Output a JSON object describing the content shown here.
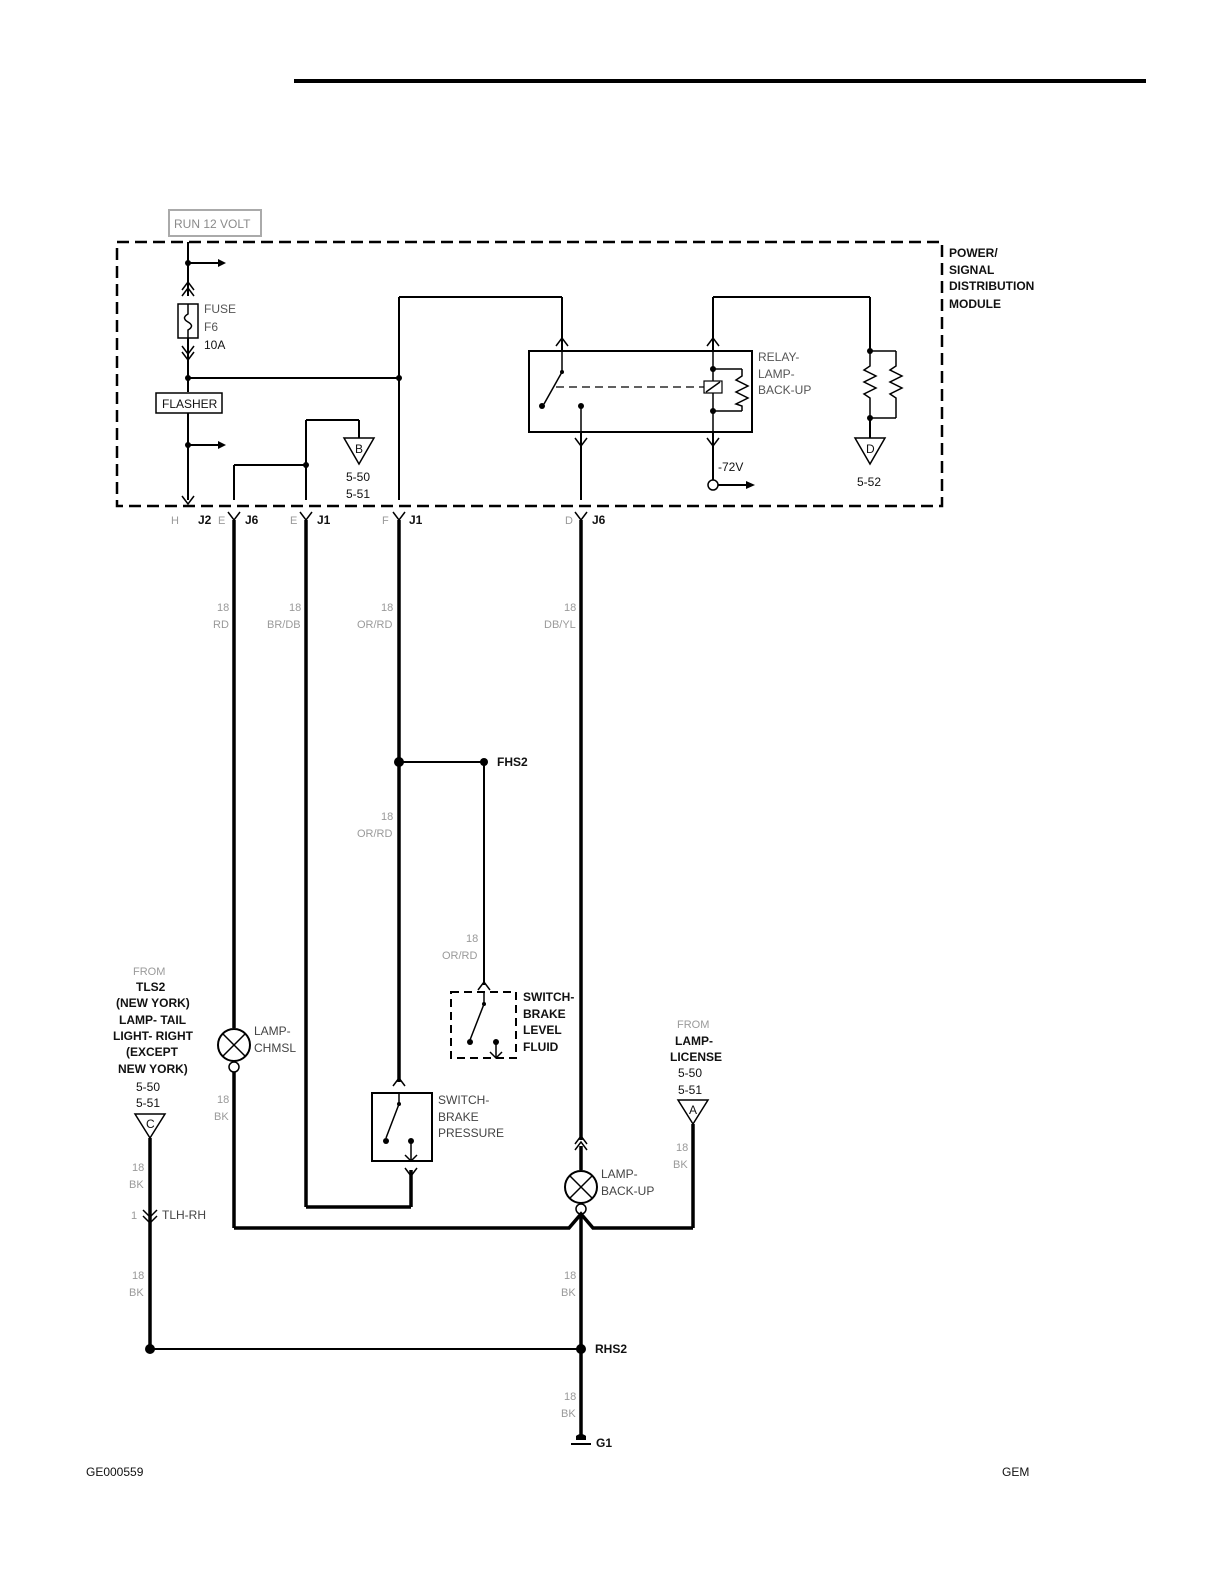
{
  "module": {
    "run_label": "RUN 12 VOLT",
    "name_lines": [
      "POWER/",
      "SIGNAL",
      "DISTRIBUTION",
      "MODULE"
    ],
    "fuse_lines": [
      "FUSE",
      "F6",
      "10A"
    ],
    "flasher": "FLASHER",
    "relay_lines": [
      "RELAY-",
      "LAMP-",
      "BACK-UP"
    ],
    "voltage": "-72V",
    "ref_b": {
      "letter": "B",
      "pages": [
        "5-50",
        "5-51"
      ]
    },
    "ref_d": {
      "letter": "D",
      "page": "5-52"
    }
  },
  "connectors": [
    {
      "pin": "H",
      "name": "J2"
    },
    {
      "pin": "E",
      "name": "J6"
    },
    {
      "pin": "E",
      "name": "J1"
    },
    {
      "pin": "F",
      "name": "J1"
    },
    {
      "pin": "D",
      "name": "J6"
    }
  ],
  "wires": {
    "rd": {
      "gauge": "18",
      "color": "RD"
    },
    "brdb": {
      "gauge": "18",
      "color": "BR/DB"
    },
    "orrd": {
      "gauge": "18",
      "color": "OR/RD"
    },
    "dbyl": {
      "gauge": "18",
      "color": "DB/YL"
    },
    "orrd2": {
      "gauge": "18",
      "color": "OR/RD"
    },
    "orrd3": {
      "gauge": "18",
      "color": "OR/RD"
    },
    "bk_chmsl": {
      "gauge": "18",
      "color": "BK"
    },
    "bk_c": {
      "gauge": "18",
      "color": "BK"
    },
    "bk_tlh": {
      "gauge": "18",
      "color": "BK"
    },
    "bk_a": {
      "gauge": "18",
      "color": "BK"
    },
    "bk_main": {
      "gauge": "18",
      "color": "BK"
    },
    "bk_g1": {
      "gauge": "18",
      "color": "BK"
    }
  },
  "splices": {
    "fhs2": "FHS2",
    "rhs2": "RHS2",
    "tlh_rh": "TLH-RH",
    "tlh_pin": "1",
    "ground": "G1"
  },
  "components": {
    "switch_fluid": [
      "SWITCH-",
      "BRAKE",
      "LEVEL",
      "FLUID"
    ],
    "switch_pressure": [
      "SWITCH-",
      "BRAKE",
      "PRESSURE"
    ],
    "lamp_chmsl": [
      "LAMP-",
      "CHMSL"
    ],
    "lamp_backup": [
      "LAMP-",
      "BACK-UP"
    ]
  },
  "from_c": {
    "from": "FROM",
    "lines": [
      "TLS2",
      "(NEW YORK)",
      "LAMP- TAIL",
      "LIGHT- RIGHT",
      "(EXCEPT",
      "NEW YORK)"
    ],
    "pages": [
      "5-50",
      "5-51"
    ],
    "letter": "C"
  },
  "from_a": {
    "from": "FROM",
    "lines": [
      "LAMP-",
      "LICENSE"
    ],
    "pages": [
      "5-50",
      "5-51"
    ],
    "letter": "A"
  },
  "footer": {
    "left": "GE000559",
    "right": "GEM"
  }
}
